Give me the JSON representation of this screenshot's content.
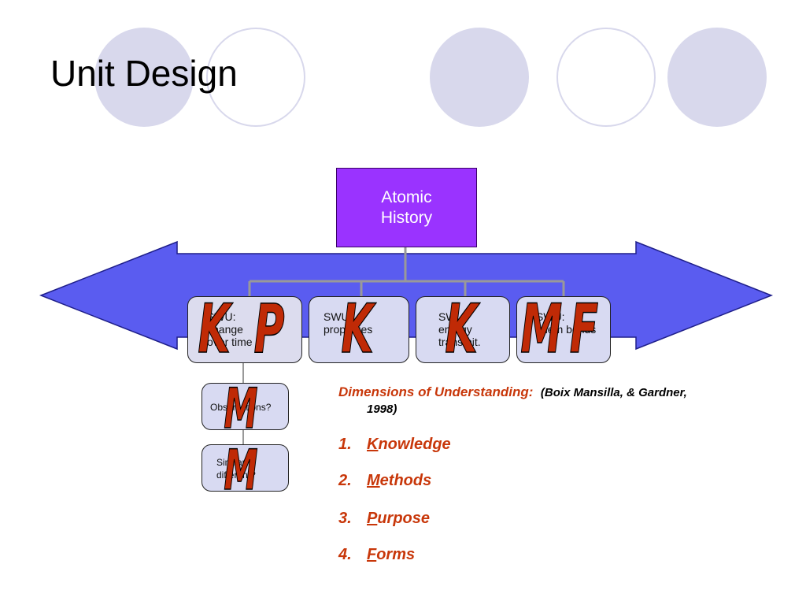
{
  "slide": {
    "title": "Unit Design"
  },
  "diagram": {
    "root": {
      "line1": "Atomic",
      "line2": "History"
    },
    "children": [
      {
        "line1": "SWU:",
        "line2": "change",
        "line3": "over time"
      },
      {
        "line1": "SWU:",
        "line2": "properties",
        "line3": ""
      },
      {
        "line1": "SWU:",
        "line2": "energy",
        "line3": "transmit."
      },
      {
        "line1": "SWU:",
        "line2": "chem bonds",
        "line3": ""
      }
    ],
    "subchildren": [
      {
        "line1": "Observations?",
        "line2": ""
      },
      {
        "line1": "Similar/",
        "line2": "different?"
      }
    ],
    "overlays": [
      "K",
      "P",
      "K",
      "K",
      "M",
      "F",
      "M",
      "M"
    ]
  },
  "dimensions": {
    "heading": "Dimensions of Understanding:",
    "citation": "(Boix Mansilla, & Gardner,",
    "citation_year": "1998)",
    "items": [
      {
        "number": "1.",
        "first": "K",
        "rest": "nowledge"
      },
      {
        "number": "2.",
        "first": "M",
        "rest": "ethods"
      },
      {
        "number": "3.",
        "first": "P",
        "rest": "urpose"
      },
      {
        "number": "4.",
        "first": "F",
        "rest": "orms"
      }
    ]
  },
  "colors": {
    "arrow_fill": "#5a5cf0",
    "root_fill": "#9a33ff",
    "accent_red": "#c8370a",
    "circle_fill": "#d8d8ec"
  }
}
